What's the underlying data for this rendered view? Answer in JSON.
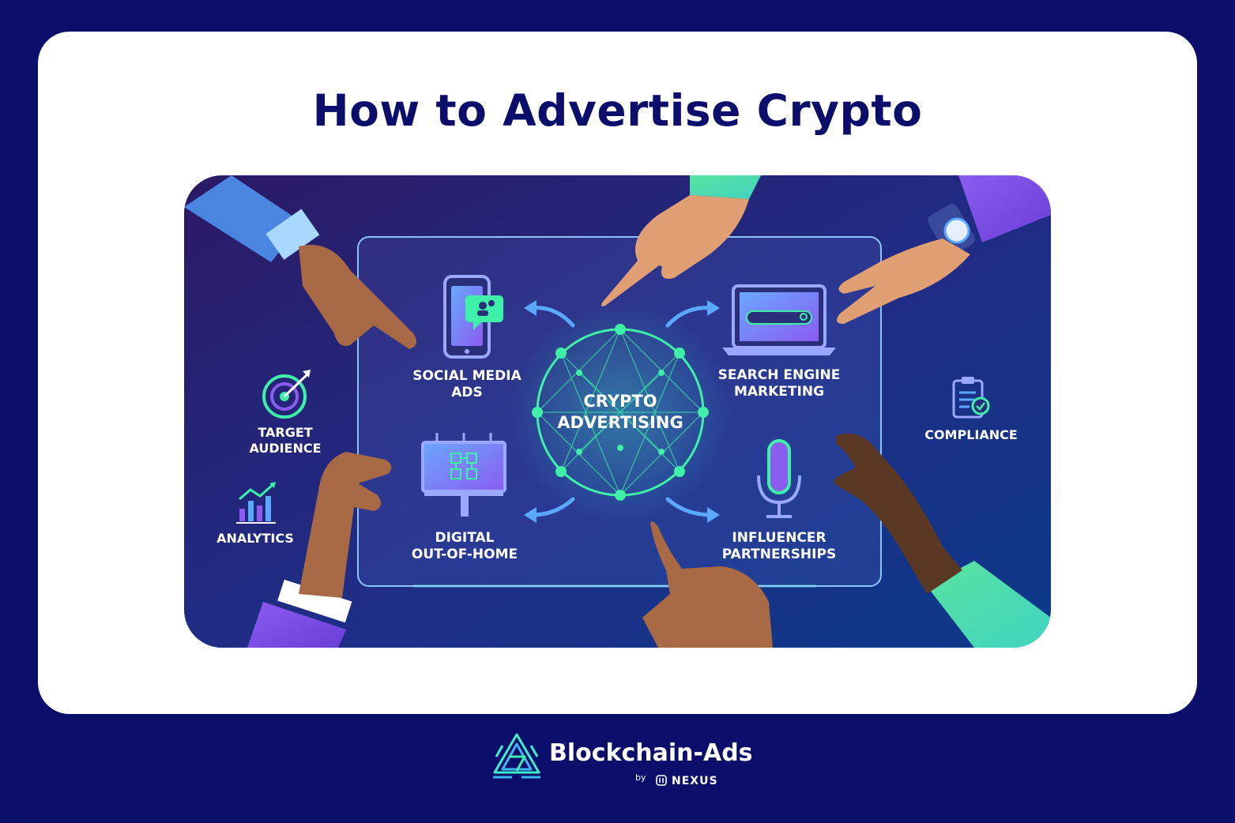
{
  "title": "How to Advertise Crypto",
  "diagram": {
    "center": [
      "CRYPTO",
      "ADVERTISING"
    ],
    "channels": {
      "social_media": [
        "SOCIAL MEDIA",
        "ADS"
      ],
      "search_engine": [
        "SEARCH ENGINE",
        "MARKETING"
      ],
      "digital_ooh": [
        "DIGITAL",
        "OUT-OF-HOME"
      ],
      "influencer": [
        "INFLUENCER",
        "PARTNERSHIPS"
      ]
    },
    "side_items": {
      "target_audience": [
        "TARGET",
        "AUDIENCE"
      ],
      "analytics": [
        "ANALYTICS"
      ],
      "compliance": [
        "COMPLIANCE"
      ]
    }
  },
  "brand": {
    "name": "Blockchain-Ads",
    "by": "by",
    "parent": "NEXUS"
  },
  "colors": {
    "navy": "#0b0f6b",
    "neon_green": "#3ef0a8",
    "violet": "#8a5cf0"
  }
}
